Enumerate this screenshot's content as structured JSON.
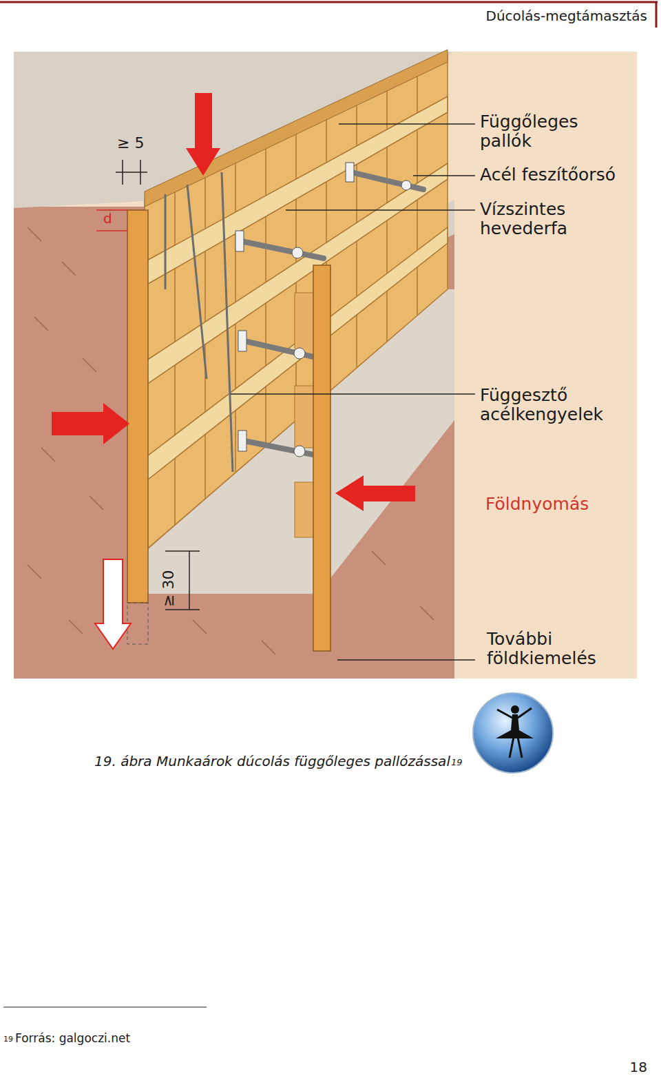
{
  "diagram": {
    "caption": "19. ábra Munkaárok dúcolás függőleges pallózással",
    "labels": [
      "Dúcolás-megtámasztás",
      "≥ 5",
      "d",
      "Függőleges pallók",
      "Acél feszítőorsó",
      "Vízszintes hevederfa",
      "Függesztő acélkengyelek",
      "Földnyomás",
      "≥ 30",
      "További földkiemelés",
      "19",
      "19",
      "Forrás: galgoczi.net",
      "18"
    ]
  }
}
